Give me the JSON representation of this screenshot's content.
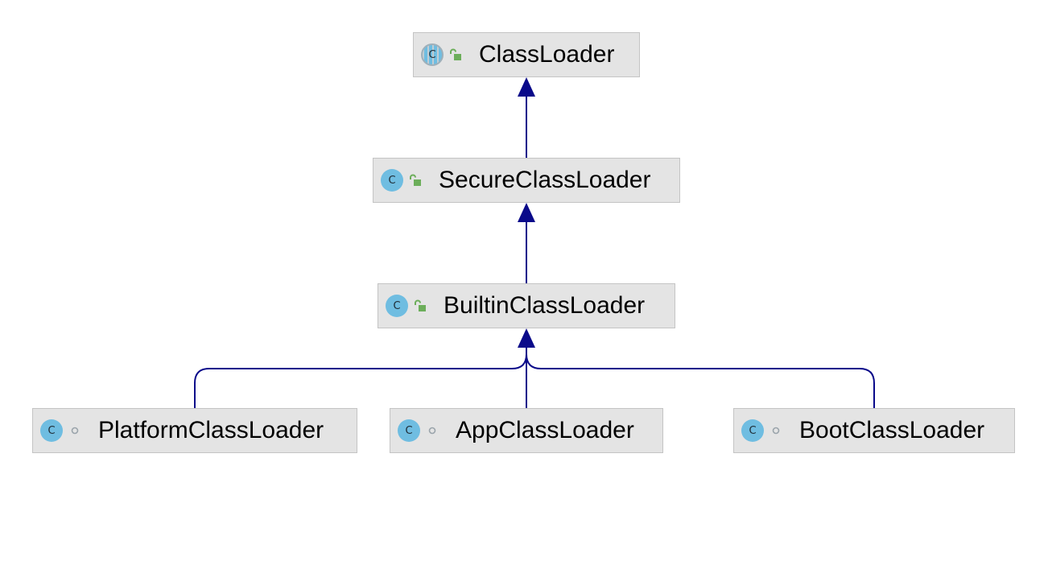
{
  "diagram": {
    "nodes": [
      {
        "id": "classloader",
        "label": "ClassLoader",
        "kind": "abstract-class-icon",
        "visibility": "public-open-lock-icon"
      },
      {
        "id": "secure-classloader",
        "label": "SecureClassLoader",
        "kind": "class-icon",
        "visibility": "public-open-lock-icon"
      },
      {
        "id": "builtin-classloader",
        "label": "BuiltinClassLoader",
        "kind": "class-icon",
        "visibility": "public-open-lock-icon"
      },
      {
        "id": "platform-classloader",
        "label": "PlatformClassLoader",
        "kind": "class-icon",
        "visibility": "package-private-circle-icon"
      },
      {
        "id": "app-classloader",
        "label": "AppClassLoader",
        "kind": "class-icon",
        "visibility": "package-private-circle-icon"
      },
      {
        "id": "boot-classloader",
        "label": "BootClassLoader",
        "kind": "class-icon",
        "visibility": "package-private-circle-icon"
      }
    ],
    "edges": [
      {
        "from": "secure-classloader",
        "to": "classloader",
        "type": "extends"
      },
      {
        "from": "builtin-classloader",
        "to": "secure-classloader",
        "type": "extends"
      },
      {
        "from": "platform-classloader",
        "to": "builtin-classloader",
        "type": "extends"
      },
      {
        "from": "app-classloader",
        "to": "builtin-classloader",
        "type": "extends"
      },
      {
        "from": "boot-classloader",
        "to": "builtin-classloader",
        "type": "extends"
      }
    ],
    "icon_letter": "C",
    "colors": {
      "edge": "#0a0a8a",
      "node_fill": "#e4e4e4",
      "node_border": "#c4c4c4",
      "class_icon": "#6fbde1",
      "public_lock": "#6cae5a",
      "package_private": "#9aa4ab"
    }
  }
}
